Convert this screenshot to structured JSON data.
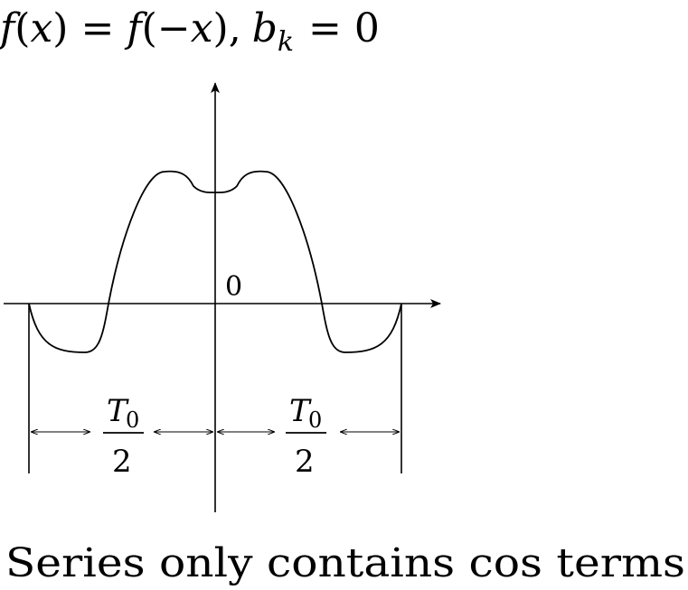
{
  "header": {
    "f": "f",
    "x": "x",
    "equals": "=",
    "minus": "−",
    "comma": ",",
    "b": "b",
    "k": "k",
    "zero": "0"
  },
  "axis": {
    "origin_label": "0"
  },
  "intervals": {
    "numerator_T": "T",
    "numerator_sub": "0",
    "denominator": "2"
  },
  "caption": {
    "text": "Series only contains cos terms"
  },
  "colors": {
    "ink": "#000000",
    "background": "#ffffff"
  }
}
